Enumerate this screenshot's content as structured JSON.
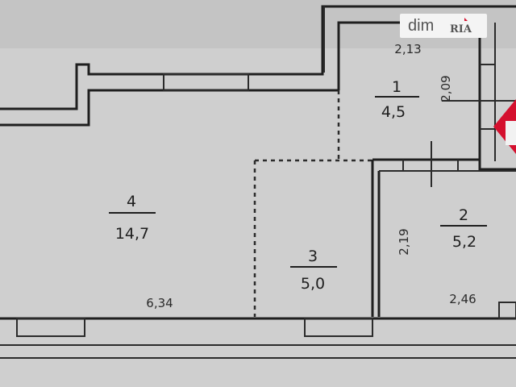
{
  "rooms": [
    {
      "number": "1",
      "area": "4,5"
    },
    {
      "number": "2",
      "area": "5,2"
    },
    {
      "number": "3",
      "area": "5,0"
    },
    {
      "number": "4",
      "area": "14,7"
    }
  ],
  "dimensions": {
    "room1_width": "2,13",
    "room1_height": "2,09",
    "room2_height": "2,19",
    "room2_width": "2,46",
    "room4_width": "6,34"
  },
  "watermark": {
    "brand": "dim",
    "logo": "RIA"
  },
  "colors": {
    "paper": "#cfcfcf",
    "wall": "#1f1f1f",
    "marker": "#d4102e"
  }
}
